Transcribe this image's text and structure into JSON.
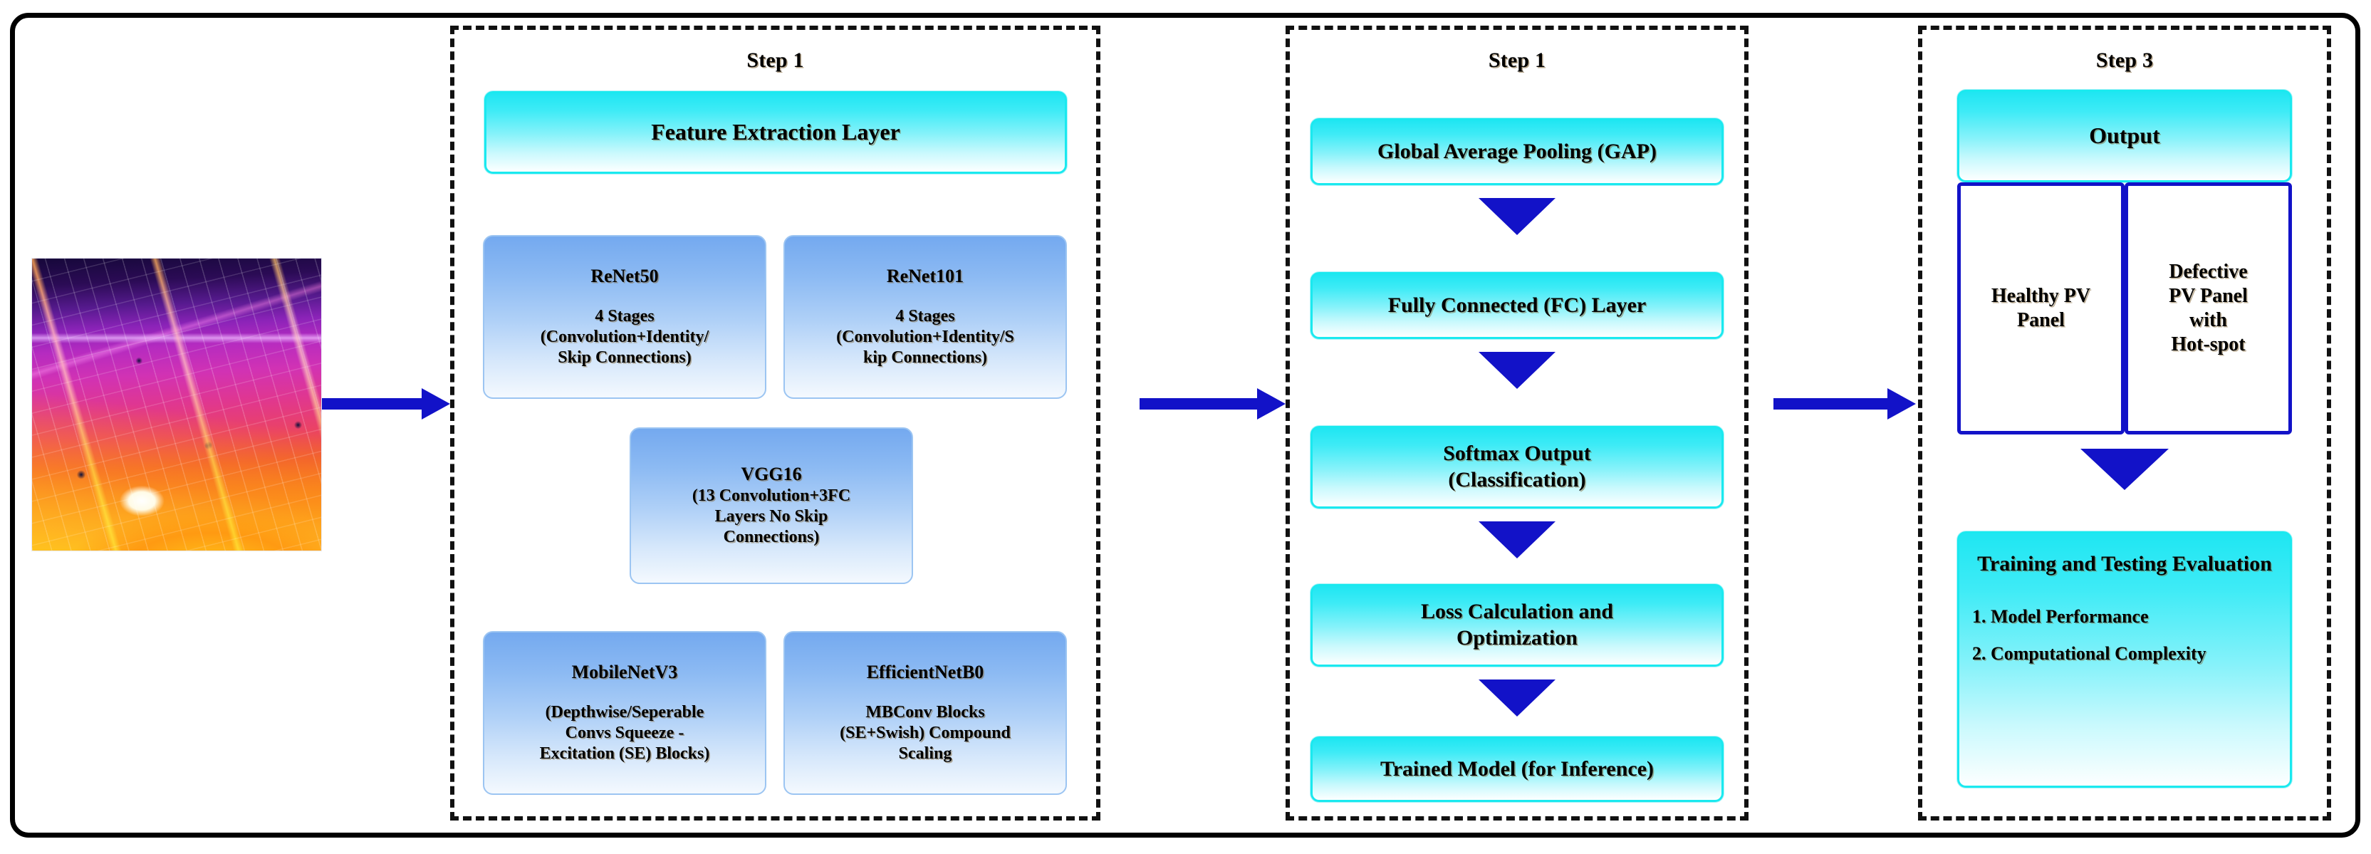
{
  "figure": {
    "input_image": {
      "alt": "thermal-infrared-image-of-pv-solar-panel-array-with-hot-spot"
    }
  },
  "steps": [
    {
      "title": "Step 1",
      "nodes": [
        {
          "name": "feature-extraction-layer",
          "lines": [
            "Feature Extraction Layer"
          ]
        },
        {
          "name": "renet50",
          "lines": [
            "ReNet50",
            "",
            "4 Stages",
            "(Convolution+Identity/",
            "Skip Connections)"
          ]
        },
        {
          "name": "renet101",
          "lines": [
            "ReNet101",
            "",
            "4 Stages",
            "(Convolution+Identity/S",
            "kip Connections)"
          ]
        },
        {
          "name": "vgg16",
          "lines": [
            "VGG16",
            "(13 Convolution+3FC",
            "Layers No Skip",
            "Connections)"
          ]
        },
        {
          "name": "mobilenetv3",
          "lines": [
            "MobileNetV3",
            "",
            "(Depthwise/Seperable",
            "Convs Squeeze -",
            "Excitation (SE) Blocks)"
          ]
        },
        {
          "name": "efficientnetb0",
          "lines": [
            "EfficientNetB0",
            "",
            "MBConv Blocks",
            "(SE+Swish) Compound",
            "Scaling"
          ]
        }
      ]
    },
    {
      "title": "Step 1",
      "nodes": [
        {
          "name": "global-average-pooling",
          "lines": [
            "Global Average Pooling (GAP)"
          ]
        },
        {
          "name": "fully-connected-layer",
          "lines": [
            "Fully Connected (FC) Layer"
          ]
        },
        {
          "name": "softmax-output",
          "lines": [
            "Softmax Output",
            "(Classification)"
          ]
        },
        {
          "name": "loss-calculation",
          "lines": [
            "Loss Calculation and",
            "Optimization"
          ]
        },
        {
          "name": "trained-model",
          "lines": [
            "Trained Model (for Inference)"
          ]
        }
      ]
    },
    {
      "title": "Step 3",
      "nodes": [
        {
          "name": "output",
          "lines": [
            "Output"
          ]
        },
        {
          "name": "healthy-pv-panel",
          "lines": [
            "Healthy PV",
            "Panel"
          ]
        },
        {
          "name": "defective-pv-panel",
          "lines": [
            "Defective",
            "PV Panel",
            "with",
            "Hot-spot"
          ]
        },
        {
          "name": "training-testing-evaluation",
          "lines": [
            "Training and Testing",
            "Evaluation"
          ]
        }
      ],
      "evaluation_items": [
        "1. Model Performance",
        "2. Computational Complexity"
      ]
    }
  ],
  "colors": {
    "cyan_box": "#1fe6f2",
    "blue_box": "#74a9ef",
    "arrow_blue": "#1212c8",
    "frame_black": "#000000",
    "white_box_border": "#1212c8"
  },
  "arrows": {
    "input_to_step1": "arrow-right",
    "step1_to_step2": "arrow-right",
    "step2_to_step3": "arrow-right",
    "vertical": "arrow-down"
  }
}
